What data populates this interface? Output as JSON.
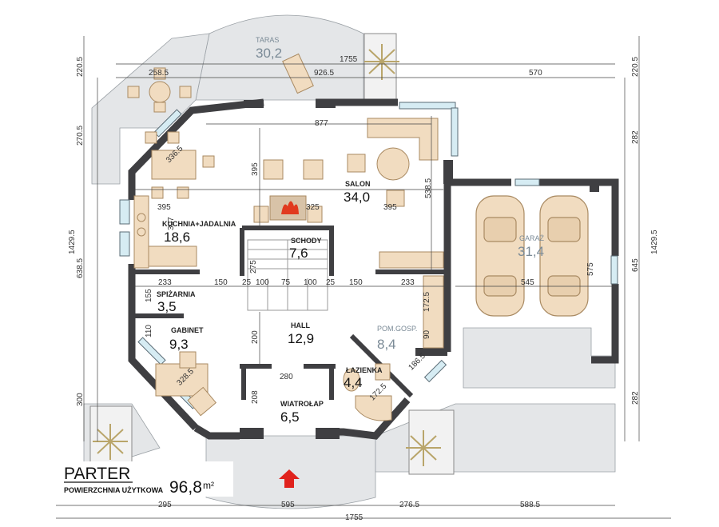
{
  "title": "PARTER",
  "subtitle": "POWIERZCHNIA UŻYTKOWA",
  "total_area": "96,8",
  "total_area_unit": "m²",
  "rooms": {
    "taras": {
      "name": "TARAS",
      "area": "30,2"
    },
    "salon": {
      "name": "SALON",
      "area": "34,0"
    },
    "kuchnia": {
      "name": "KUCHNIA+JADALNIA",
      "area": "18,6"
    },
    "schody": {
      "name": "SCHODY",
      "area": "7,6"
    },
    "garaz": {
      "name": "GARAŻ",
      "area": "31,4"
    },
    "spizarnia": {
      "name": "SPIŻARNIA",
      "area": "3,5"
    },
    "gabinet": {
      "name": "GABINET",
      "area": "9,3"
    },
    "hall": {
      "name": "HALL",
      "area": "12,9"
    },
    "pomgosp": {
      "name": "POM.GOSP.",
      "area": "8,4"
    },
    "lazienka": {
      "name": "ŁAZIENKA",
      "area": "4,4"
    },
    "wiatrolap": {
      "name": "WIATROŁAP",
      "area": "6,5"
    }
  },
  "dimensions": {
    "top_1755": "1755",
    "top_926": "926.5",
    "top_570": "570",
    "top_2585": "258.5",
    "d_877": "877",
    "d_3365": "336.5",
    "d_395a": "395",
    "d_395b": "395",
    "d_325": "325",
    "d_395c": "395",
    "d_5385": "538.5",
    "d_307": "307",
    "d_275": "275",
    "d_233a": "233",
    "d_150a": "150",
    "d_25a": "25",
    "d_100a": "100",
    "d_75": "75",
    "d_100b": "100",
    "d_25b": "25",
    "d_150b": "150",
    "d_233b": "233",
    "d_545": "545",
    "d_575": "575",
    "d_155": "155",
    "d_110": "110",
    "d_200": "200",
    "d_280": "280",
    "d_208": "208",
    "d_1725a": "172.5",
    "d_1725b": "172.5",
    "d_90": "90",
    "d_1865": "186.5",
    "d_3285": "328.5",
    "left_2205": "220.5",
    "left_2705": "270.5",
    "left_14295": "1429.5",
    "left_6385": "638.5",
    "left_300": "300",
    "right_2205": "220.5",
    "right_282a": "282",
    "right_14295": "1429.5",
    "right_645": "645",
    "right_282b": "282",
    "bot_295": "295",
    "bot_595": "595",
    "bot_2765": "276.5",
    "bot_5885": "588.5",
    "bot_1755": "1755"
  },
  "colors": {
    "wall": "#3f3f42",
    "terrace": "#e3e5e7",
    "furniture": "#f1dcc0",
    "furniture_edge": "#a98a62",
    "entry_arrow": "#e0221d",
    "window": "#d6ecf3"
  }
}
